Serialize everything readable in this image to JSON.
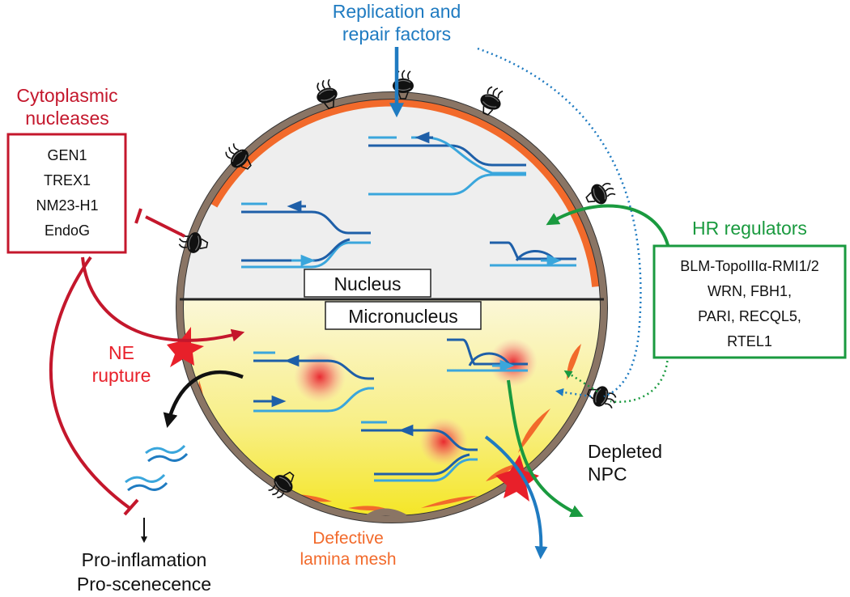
{
  "labels": {
    "replication_line1": "Replication and",
    "replication_line2": "repair factors",
    "cyto_line1": "Cytoplasmic",
    "cyto_line2": "nucleases",
    "nucleases": [
      "GEN1",
      "TREX1",
      "NM23-H1",
      "EndoG"
    ],
    "hr_title": "HR regulators",
    "hr_items": [
      "BLM-TopoIIIα-RMI1/2",
      "WRN, FBH1,",
      "PARI, RECQL5,",
      "RTEL1"
    ],
    "nucleus": "Nucleus",
    "micronucleus": "Micronucleus",
    "ne_line1": "NE",
    "ne_line2": "rupture",
    "depleted_line1": "Depleted",
    "depleted_line2": "NPC",
    "lamina_line1": "Defective",
    "lamina_line2": "lamina mesh",
    "outcome_line1": "Pro-inflamation",
    "outcome_line2": "Pro-scenecence"
  },
  "colors": {
    "replication_blue": "#1f7bc1",
    "nuclease_red": "#c4172c",
    "hr_green": "#1a9a3f",
    "rupture_red": "#e8202a",
    "lamina_orange": "#f26a2b",
    "envelope_brown": "#8a7565",
    "dna_dark": "#1e5fa8",
    "dna_light": "#3aa6dc"
  }
}
